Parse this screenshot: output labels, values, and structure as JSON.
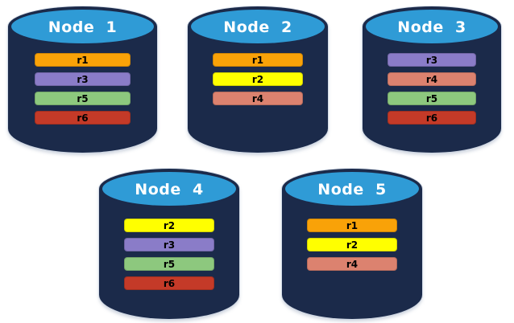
{
  "diagram": {
    "description_colors": {
      "background": "#FFFFFF",
      "cylinder_body": "#1B2A4A",
      "cylinder_top": "#2F9BD6",
      "title_text": "#FFFFFF",
      "replica_text": "#000000"
    },
    "replica_palette": {
      "r1": "#F9A208",
      "r2": "#FFFF00",
      "r3": "#8A7CC8",
      "r4": "#DC826F",
      "r5": "#8DC87E",
      "r6": "#C43A28"
    },
    "nodes": [
      {
        "label": "Node  1",
        "replicas": [
          {
            "id": "r1",
            "color": "#F9A208"
          },
          {
            "id": "r3",
            "color": "#8A7CC8"
          },
          {
            "id": "r5",
            "color": "#8DC87E"
          },
          {
            "id": "r6",
            "color": "#C43A28"
          }
        ]
      },
      {
        "label": "Node  2",
        "replicas": [
          {
            "id": "r1",
            "color": "#F9A208"
          },
          {
            "id": "r2",
            "color": "#FFFF00"
          },
          {
            "id": "r4",
            "color": "#DC826F"
          }
        ]
      },
      {
        "label": "Node  3",
        "replicas": [
          {
            "id": "r3",
            "color": "#8A7CC8"
          },
          {
            "id": "r4",
            "color": "#DC826F"
          },
          {
            "id": "r5",
            "color": "#8DC87E"
          },
          {
            "id": "r6",
            "color": "#C43A28"
          }
        ]
      },
      {
        "label": "Node  4",
        "replicas": [
          {
            "id": "r2",
            "color": "#FFFF00"
          },
          {
            "id": "r3",
            "color": "#8A7CC8"
          },
          {
            "id": "r5",
            "color": "#8DC87E"
          },
          {
            "id": "r6",
            "color": "#C43A28"
          }
        ]
      },
      {
        "label": "Node  5",
        "replicas": [
          {
            "id": "r1",
            "color": "#F9A208"
          },
          {
            "id": "r2",
            "color": "#FFFF00"
          },
          {
            "id": "r4",
            "color": "#DC826F"
          }
        ]
      }
    ]
  }
}
